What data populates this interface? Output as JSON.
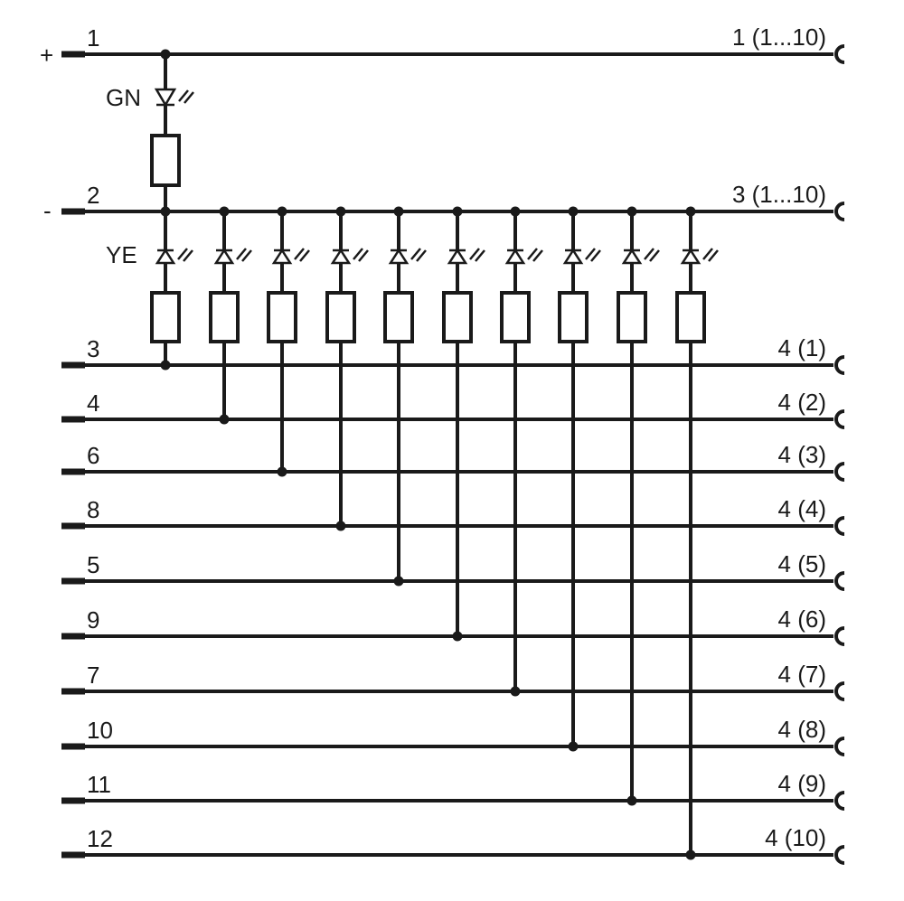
{
  "supply": {
    "plus_sign": "+",
    "minus_sign": "-"
  },
  "inputs": [
    {
      "pin": "1",
      "output": "1 (1...10)",
      "polarity": "plus"
    },
    {
      "pin": "2",
      "output": "3 (1...10)",
      "polarity": "minus"
    },
    {
      "pin": "3",
      "output": "4 (1)"
    },
    {
      "pin": "4",
      "output": "4 (2)"
    },
    {
      "pin": "6",
      "output": "4 (3)"
    },
    {
      "pin": "8",
      "output": "4 (4)"
    },
    {
      "pin": "5",
      "output": "4 (5)"
    },
    {
      "pin": "9",
      "output": "4 (6)"
    },
    {
      "pin": "7",
      "output": "4 (7)"
    },
    {
      "pin": "10",
      "output": "4 (8)"
    },
    {
      "pin": "11",
      "output": "4 (9)"
    },
    {
      "pin": "12",
      "output": "4 (10)"
    }
  ],
  "led_labels": {
    "power": "GN",
    "switch": "YE"
  },
  "channel_count": 10
}
